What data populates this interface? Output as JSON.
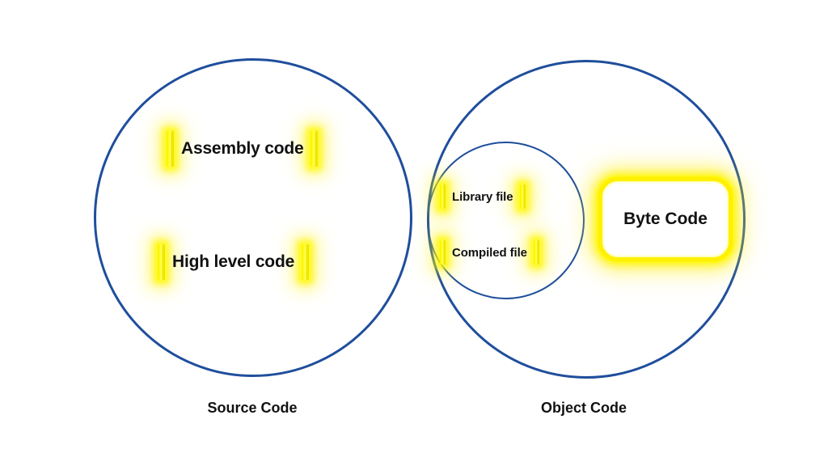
{
  "diagram": {
    "background_color": "#ffffff",
    "stroke_color": "#1F4E9C",
    "highlight_color": "#FFF000",
    "text_color": "#111111",
    "sets": [
      {
        "name": "source-code-set",
        "caption": "Source Code",
        "members": [
          "Assembly code",
          "High level code"
        ]
      },
      {
        "name": "object-code-set",
        "caption": "Object Code",
        "members": [
          "Library file",
          "Compiled file",
          "Byte Code"
        ]
      }
    ]
  },
  "source_circle": {
    "caption": "Source Code",
    "items": [
      {
        "label": "Assembly code"
      },
      {
        "label": "High level code"
      }
    ]
  },
  "object_circle": {
    "caption": "Object Code",
    "inner_circle": {
      "items": [
        {
          "label": "Library file"
        },
        {
          "label": "Compiled file"
        }
      ]
    },
    "bytecode": {
      "label": "Byte Code"
    }
  }
}
